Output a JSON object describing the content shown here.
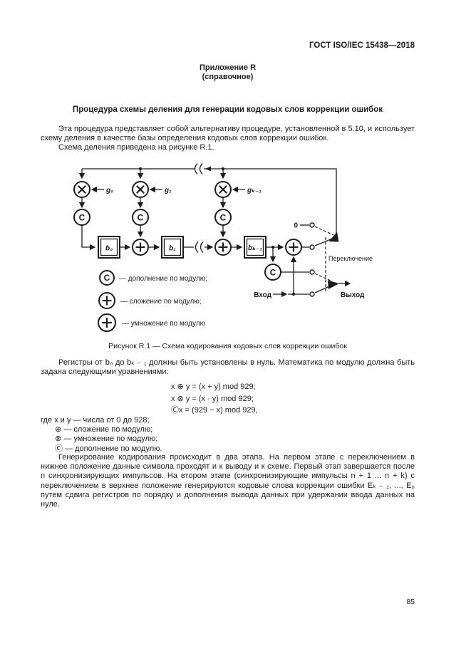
{
  "header": "ГОСТ ISO/IEC 15438—2018",
  "annex": {
    "name": "Приложение  R",
    "type": "(справочное)"
  },
  "title": "Процедура схемы деления для генерации кодовых слов коррекции ошибок",
  "intro": {
    "p1": "Эта процедура представляет собой альтернативу процедуре, установленной в 5.10, и использует схему деления в качестве базы определения кодовых слов коррекции ошибок.",
    "p2": "Схема деления приведена на рисунке R.1."
  },
  "figure": {
    "caption": "Рисунок R.1 — Схема кодирования кодовых слов коррекции ошибок",
    "g_labels": [
      "g₀",
      "g₁",
      "gₖ₋₁"
    ],
    "b_labels": [
      "b₀",
      "b₁",
      "bₖ₋₁"
    ],
    "complement_symbol": "C",
    "zero_label": "0",
    "input_label": "Вход",
    "output_label": "Выход",
    "switch_label": "Переключение",
    "legend": [
      "— дополнение по модулю;",
      "— сложение по модулю;",
      "— умножение по модулю"
    ]
  },
  "body": {
    "registers_paragraph": "Регистры от b₀ до bₖ ₋ ₁ должны быть установлены в нуль. Математика по модулю должна быть задана следующими уравнениями:",
    "equations": [
      "x ⊕ y = (x + y) mod 929;",
      "x ⊗ y = (x · y) mod 929;",
      "Ⓒx = (929 − x) mod 929,"
    ],
    "where_intro": "где x и y — числа от 0 до 928;",
    "where_items": [
      "⊕ — сложение по модулю;",
      "⊗ — умножение по модулю;",
      "Ⓒ — дополнение по модулю."
    ],
    "final_paragraph": "Генерирование кодирования происходит в два этапа. На первом этапе с переключением в нижнее положение данные символа проходят и к выводу и к схеме. Первый этап завершается после n синхронизирующих импульсов. На втором этапе (синхронизирующие импульсы n + 1 ... n + k) с переключением в верхнее положение генерируются кодовые слова коррекции ошибки Eₖ ₋ ₁, ..., E₀ путем сдвига регистров по порядку и дополнения вывода данных при удержании ввода данных на нуле."
  },
  "page_number": "85"
}
